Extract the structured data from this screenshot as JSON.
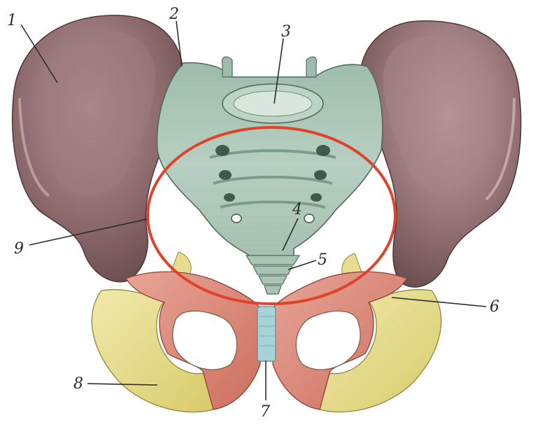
{
  "colors": {
    "ilium": "#8e6a6d",
    "ilium_light": "#b3969a",
    "ilium_dark": "#5f4548",
    "sacrum": "#a9c4b5",
    "sacrum_dark": "#6f8f7f",
    "sacrum_light": "#d5e5dc",
    "pubis": "#d98070",
    "pubis_light": "#e8a597",
    "ischium": "#e3d77e",
    "ischium_light": "#f1e9ad",
    "symphysis": "#a8d2d8",
    "ring": "#e0432b",
    "label_text": "#2b2b2b"
  },
  "labels": [
    {
      "id": "1",
      "text": "1"
    },
    {
      "id": "2",
      "text": "2"
    },
    {
      "id": "3",
      "text": "3"
    },
    {
      "id": "4",
      "text": "4"
    },
    {
      "id": "5",
      "text": "5"
    },
    {
      "id": "6",
      "text": "6"
    },
    {
      "id": "7",
      "text": "7"
    },
    {
      "id": "8",
      "text": "8"
    },
    {
      "id": "9",
      "text": "9"
    }
  ]
}
